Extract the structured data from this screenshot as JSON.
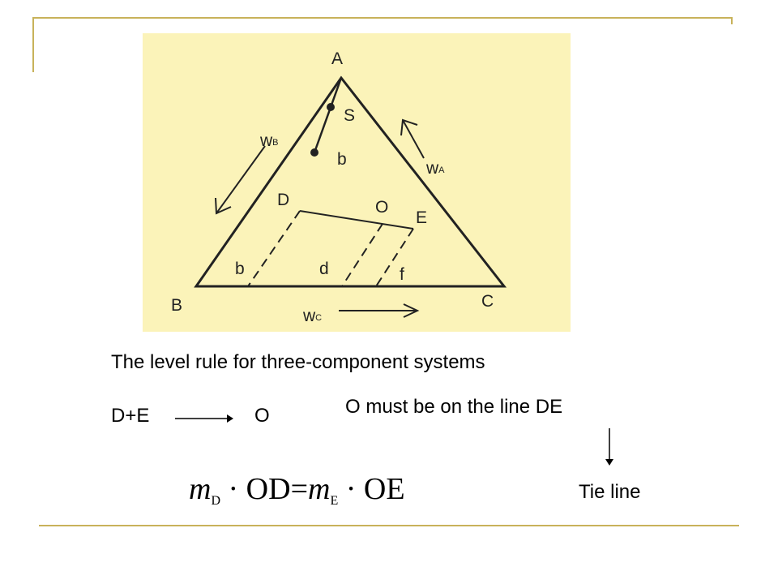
{
  "diagram": {
    "vertices": {
      "a": "A",
      "b": "B",
      "c": "C"
    },
    "points": {
      "s": "S",
      "b_point": "b",
      "d": "D",
      "o": "O",
      "e": "E"
    },
    "segments": {
      "b": "b",
      "d": "d",
      "f": "f"
    },
    "axis_labels": {
      "wa": {
        "base": "w",
        "sub": "A"
      },
      "wb": {
        "base": "w",
        "sub": "B"
      },
      "wc": {
        "base": "w",
        "sub": "C"
      }
    },
    "colors": {
      "panel_background": "#fbf3b9",
      "rule": "#c8b25a",
      "ink": "#222222"
    }
  },
  "caption": "The level rule for three-component systems",
  "reaction": {
    "left": "D+E",
    "right": "O"
  },
  "condition": "O must be on the line DE",
  "result": "Tie line",
  "formula": {
    "m1": "m",
    "sub1": "D",
    "dot1": "·",
    "od": "OD",
    "eq": "=",
    "m2": "m",
    "sub2": "E",
    "dot2": "·",
    "oe": "OE"
  }
}
